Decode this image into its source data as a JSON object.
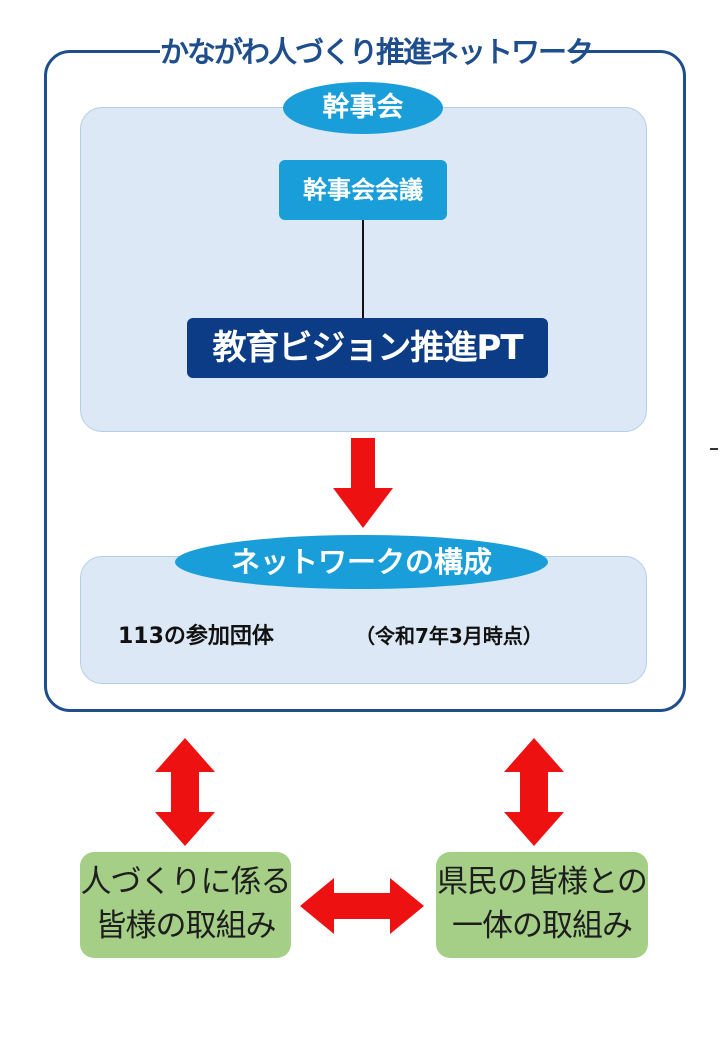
{
  "network": {
    "title": "かながわ人づくり推進ネットワーク"
  },
  "steering": {
    "label": "幹事会",
    "meeting_box": "幹事会会議",
    "pt_box": "教育ビジョン推進PT"
  },
  "composition": {
    "label": "ネットワークの構成",
    "members": "113の参加団体",
    "as_of": "（令和7年3月時点）"
  },
  "bottom": {
    "left_box": "人づくりに係る\n皆様の取組み",
    "right_box": "県民の皆様との\n一体の取組み"
  },
  "colors": {
    "frame": "#1f4e8c",
    "panel": "#dce8f5",
    "ellipse": "#1a9ed9",
    "pt_box": "#0d3c86",
    "arrow": "#ee1111",
    "green_box": "#a5cf87"
  }
}
